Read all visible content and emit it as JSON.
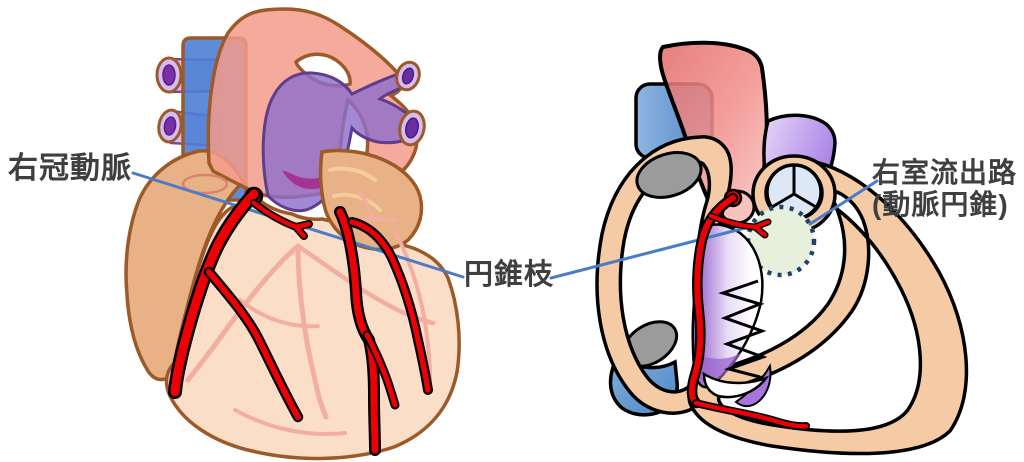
{
  "figure": {
    "title": "heart coronary conus branch diagram",
    "background": "#FFFFFF",
    "labels": {
      "rca": "右冠動脈",
      "conus": "円錐枝",
      "rvot_line1": "右室流出路",
      "rvot_line2": "(動脈円錐)"
    },
    "colors": {
      "label_text": "#3F3F3F",
      "leader_line": "#4A7CC7",
      "artery_red": "#EB0005",
      "heart_outline": "#9C5A28",
      "myocardium_peach": "#FBDEC7",
      "atrium_tan": "#E9B286",
      "aorta_salmon": "#F59B8B",
      "pulmonary_purple": "#8E6FCC",
      "svc_blue": "#4C7FD5",
      "right_wall_peach": "#F5CBA5",
      "valve_blue": "#DCE8F6",
      "conus_region_green": "#E6F0DC",
      "conus_region_dot": "#20416B",
      "vein_pink": "#F3AEA2",
      "gray_opening": "#9B9B9B",
      "vein_lavender": "#D6BCEF",
      "vein_lumen": "#7A2FA8"
    },
    "illustrations": [
      {
        "name": "heart-anterior-view",
        "side": "left"
      },
      {
        "name": "heart-cross-section-view",
        "side": "right"
      }
    ]
  }
}
